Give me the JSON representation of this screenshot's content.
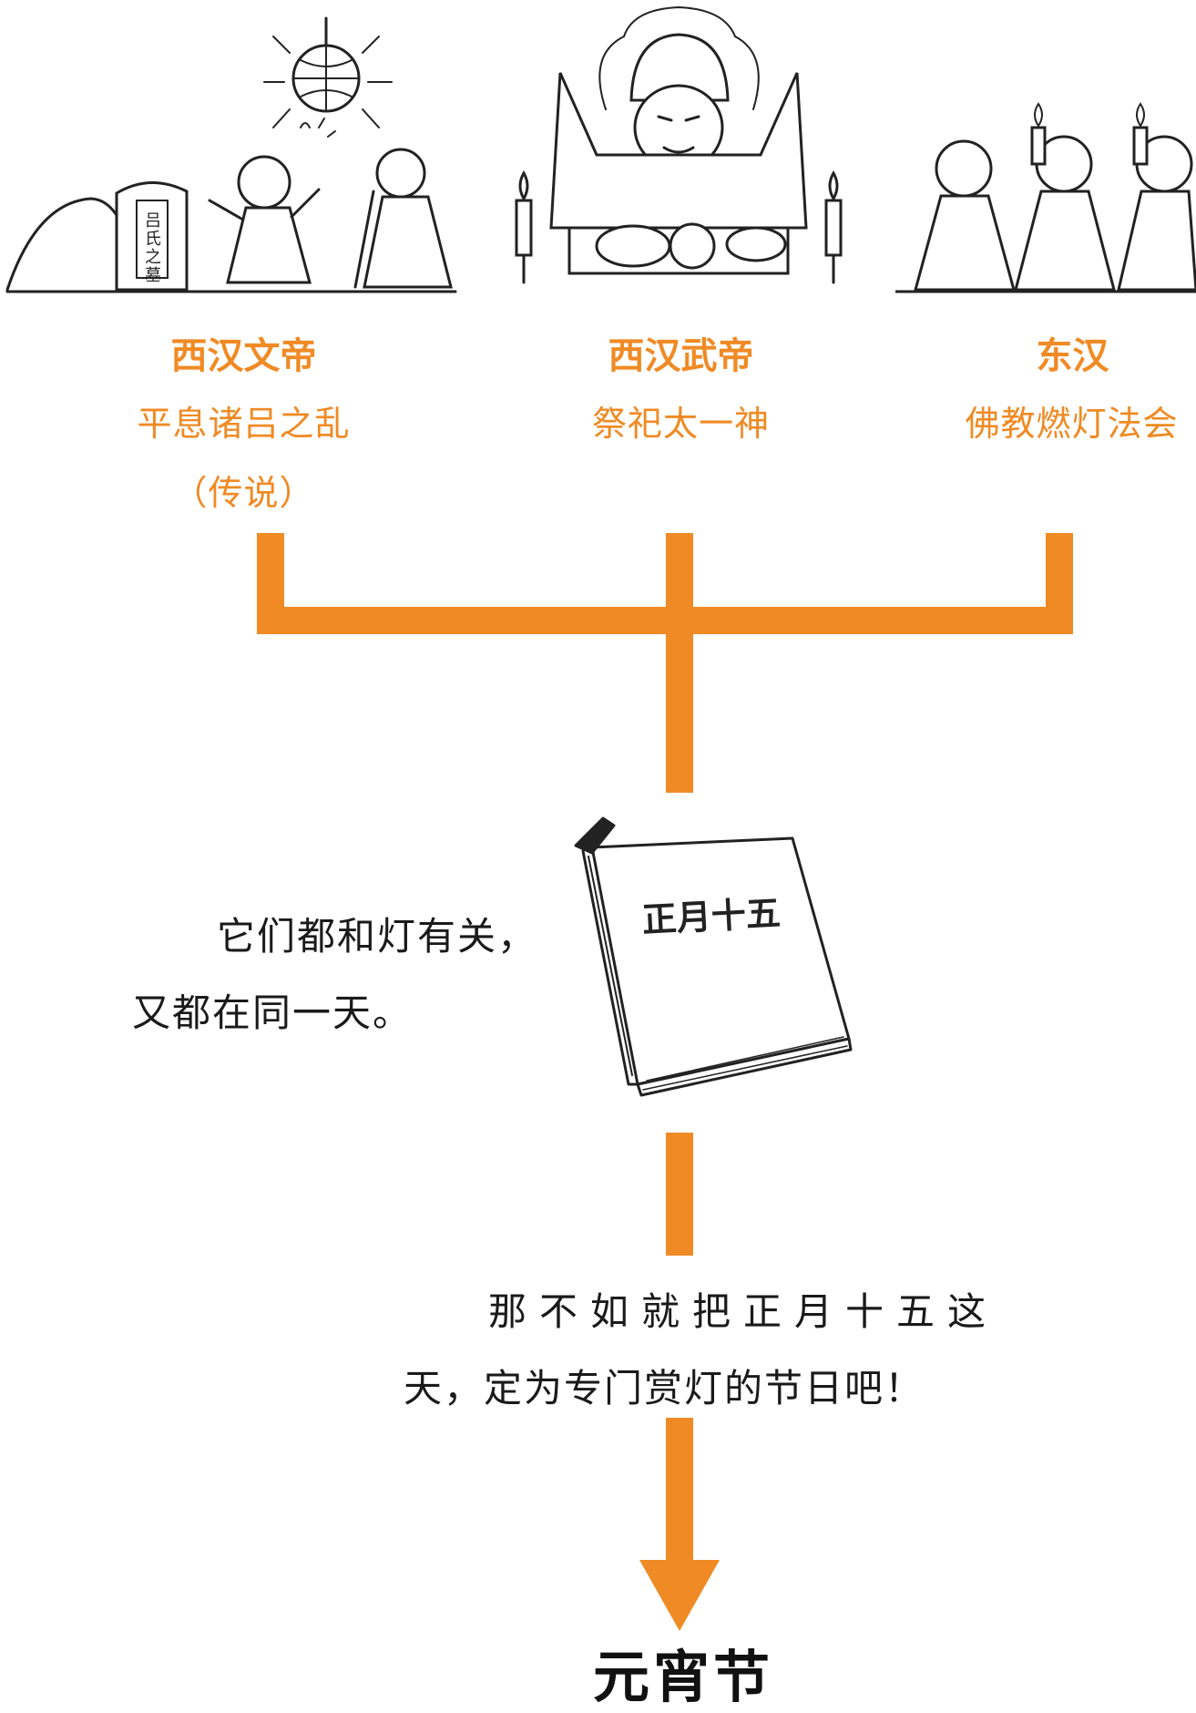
{
  "sources": [
    {
      "era": "西汉文帝",
      "event": "平息诸吕之乱",
      "note": "（传说）",
      "tomb_text": "吕氏之墓"
    },
    {
      "era": "西汉武帝",
      "event": "祭祀太一神"
    },
    {
      "era": "东汉",
      "event": "佛教燃灯法会"
    }
  ],
  "calendar": {
    "label": "正月十五"
  },
  "caption1": {
    "line1": "它们都和灯有关，",
    "line2": "又都在同一天。"
  },
  "caption2": {
    "line1": "那不如就把正月十五这",
    "line2": "天，定为专门赏灯的节日吧！"
  },
  "result": {
    "label": "元宵节"
  },
  "colors": {
    "accent": "#f08a24",
    "ink": "#1a1a1a"
  }
}
